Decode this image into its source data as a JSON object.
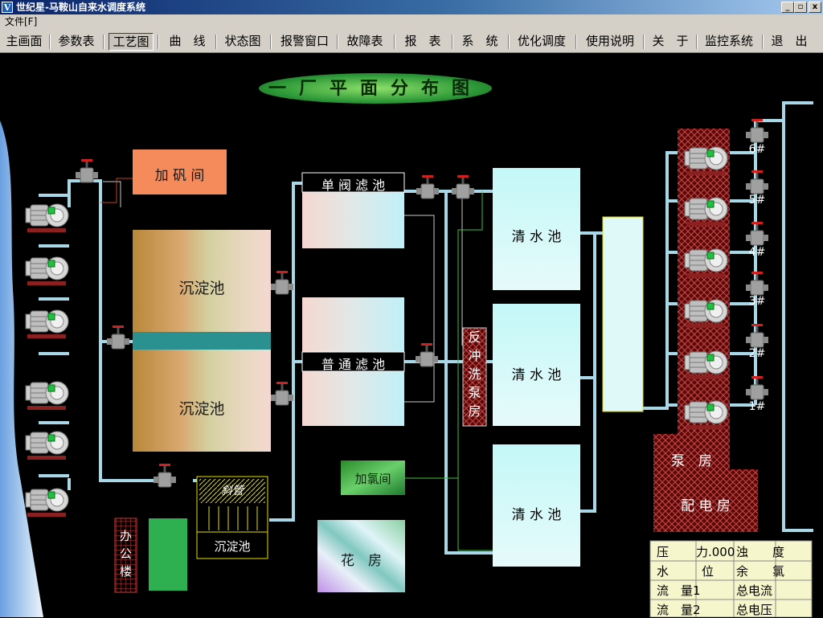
{
  "window": {
    "title": "世纪星-马鞍山自来水调度系统",
    "app_icon_letter": "V",
    "min_label": "_",
    "max_label": "▫",
    "close_label": "x"
  },
  "menu": {
    "file": "文件[F]"
  },
  "toolbar": {
    "items": [
      {
        "label": "主画面"
      },
      {
        "label": "参数表"
      },
      {
        "label": "工艺图"
      },
      {
        "label": "曲　线"
      },
      {
        "label": "状态图"
      },
      {
        "label": "报警窗口"
      },
      {
        "label": "故障表"
      },
      {
        "label": "报　表"
      },
      {
        "label": "系　统"
      },
      {
        "label": "优化调度"
      },
      {
        "label": "使用说明"
      },
      {
        "label": "关　于"
      },
      {
        "label": "监控系统"
      },
      {
        "label": "退　出"
      }
    ],
    "active_index": 2
  },
  "diagram": {
    "title": "一厂平面分布图",
    "alum_room": "加 矾 间",
    "sedimentation_upper": "沉淀池",
    "sedimentation_lower": "沉淀池",
    "valve_filter": "单 阀 滤 池",
    "normal_filter": "普 通 滤 池",
    "backwash_pump": [
      "反",
      "冲",
      "洗",
      "泵",
      "房"
    ],
    "clear_pool_1": "清 水 池",
    "clear_pool_2": "清 水 池",
    "clear_pool_3": "清 水 池",
    "pump_room": "泵　房",
    "power_room": "配 电 房",
    "chlorine_room": "加氯间",
    "flower_room": "花　房",
    "office": [
      "办",
      "公",
      "楼"
    ],
    "inclined_pipe": "斜管",
    "small_sedimentation": "沉淀池",
    "pump_labels": [
      "6#",
      "5#",
      "4#",
      "3#",
      "2#",
      "1#"
    ]
  },
  "readings": {
    "pressure_label": "压",
    "pressure_value": "力.000",
    "turbidity_label": "浊　　度",
    "level_label_a": "水",
    "level_label_b": "位",
    "chlorine_label": "余　　氯",
    "flow1_label": "流　量1",
    "total_current_label": "总电流",
    "flow2_label": "流　量2",
    "total_voltage_label": "总电压"
  },
  "colors": {
    "pipe": "#a8d8e8",
    "alum_room": "#f58a5a",
    "clear_pool": "#c8f6f6",
    "pump_room_bg": "#6a1010",
    "chlorine": "#2a9a3a",
    "titlebar": "#0a246a"
  }
}
